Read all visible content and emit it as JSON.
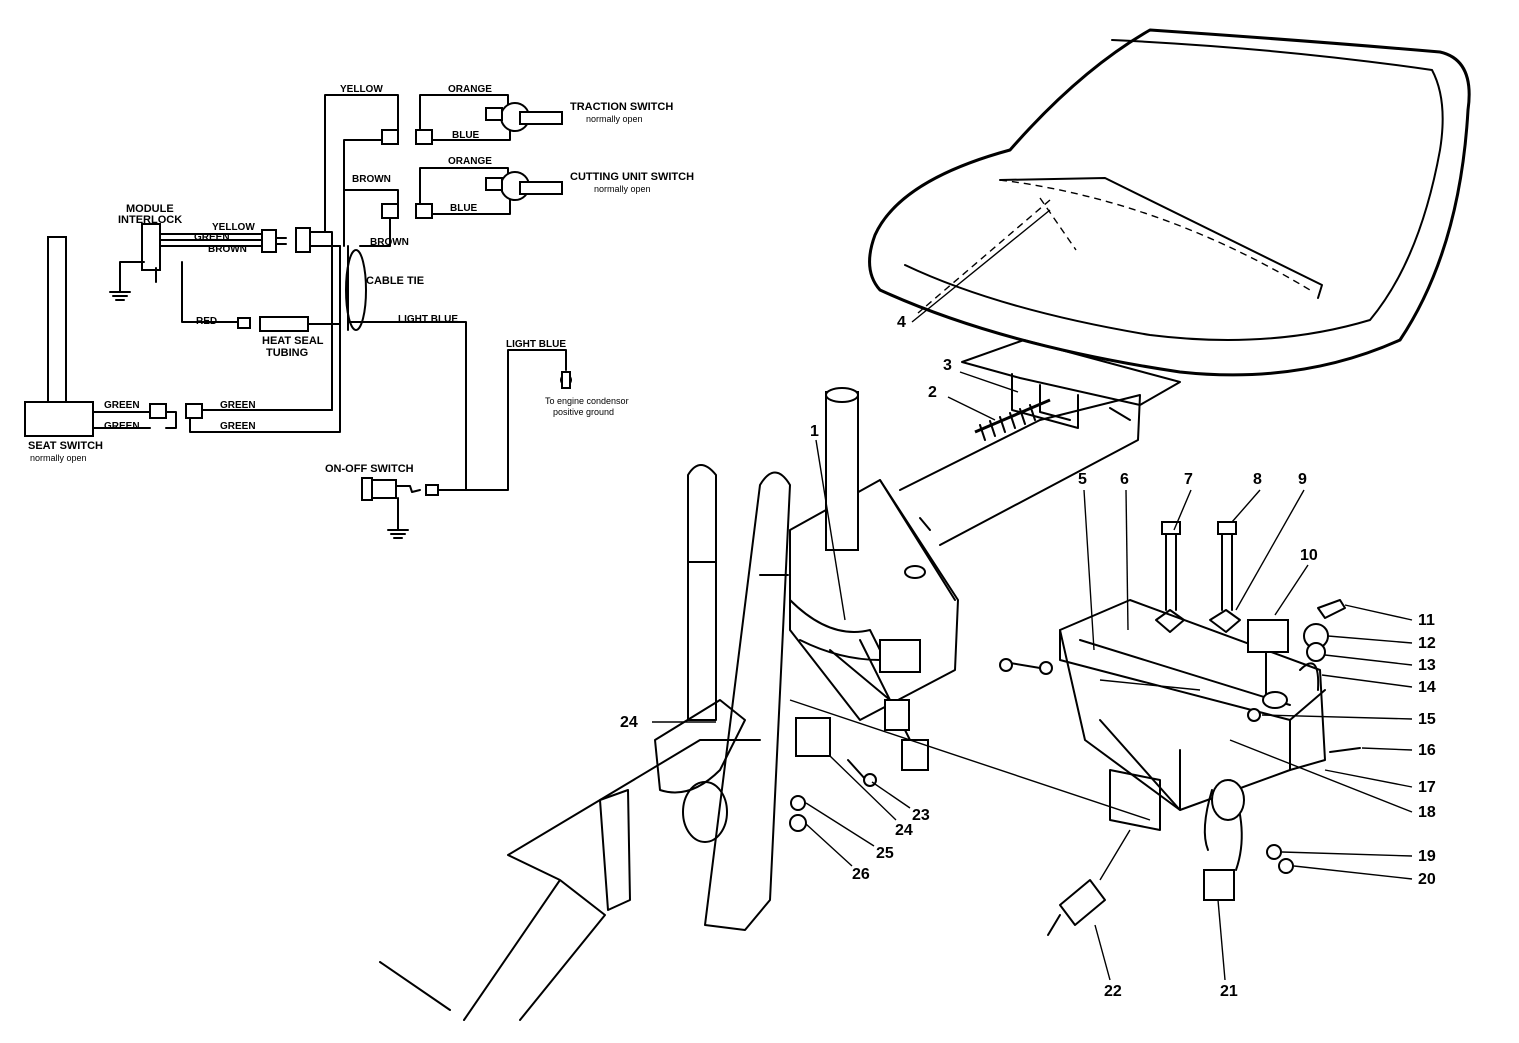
{
  "wiring": {
    "wire_yellow": "YELLOW",
    "wire_orange": "ORANGE",
    "wire_blue": "BLUE",
    "wire_brown": "BROWN",
    "wire_green": "GREEN",
    "wire_red": "RED",
    "wire_light_blue": "LIGHT BLUE",
    "traction_switch": "TRACTION SWITCH",
    "cutting_unit_switch": "CUTTING UNIT SWITCH",
    "normally_open": "normally open",
    "normally_open_seat": "normally open",
    "module": "MODULE",
    "interlock": "INTERLOCK",
    "cable_tie": "CABLE TIE",
    "heat_seal": "HEAT SEAL",
    "tubing": "TUBING",
    "condensor_1": "To engine condensor",
    "condensor_2": "positive ground",
    "seat_switch": "SEAT SWITCH",
    "on_off_switch": "ON-OFF SWITCH"
  },
  "parts": {
    "1": "1",
    "2": "2",
    "3": "3",
    "4": "4",
    "5": "5",
    "6": "6",
    "7": "7",
    "8": "8",
    "9": "9",
    "10": "10",
    "11": "11",
    "12": "12",
    "13": "13",
    "14": "14",
    "15": "15",
    "16": "16",
    "17": "17",
    "18": "18",
    "19": "19",
    "20": "20",
    "21": "21",
    "22": "22",
    "23": "23",
    "24": "24",
    "25": "25",
    "26": "26"
  }
}
